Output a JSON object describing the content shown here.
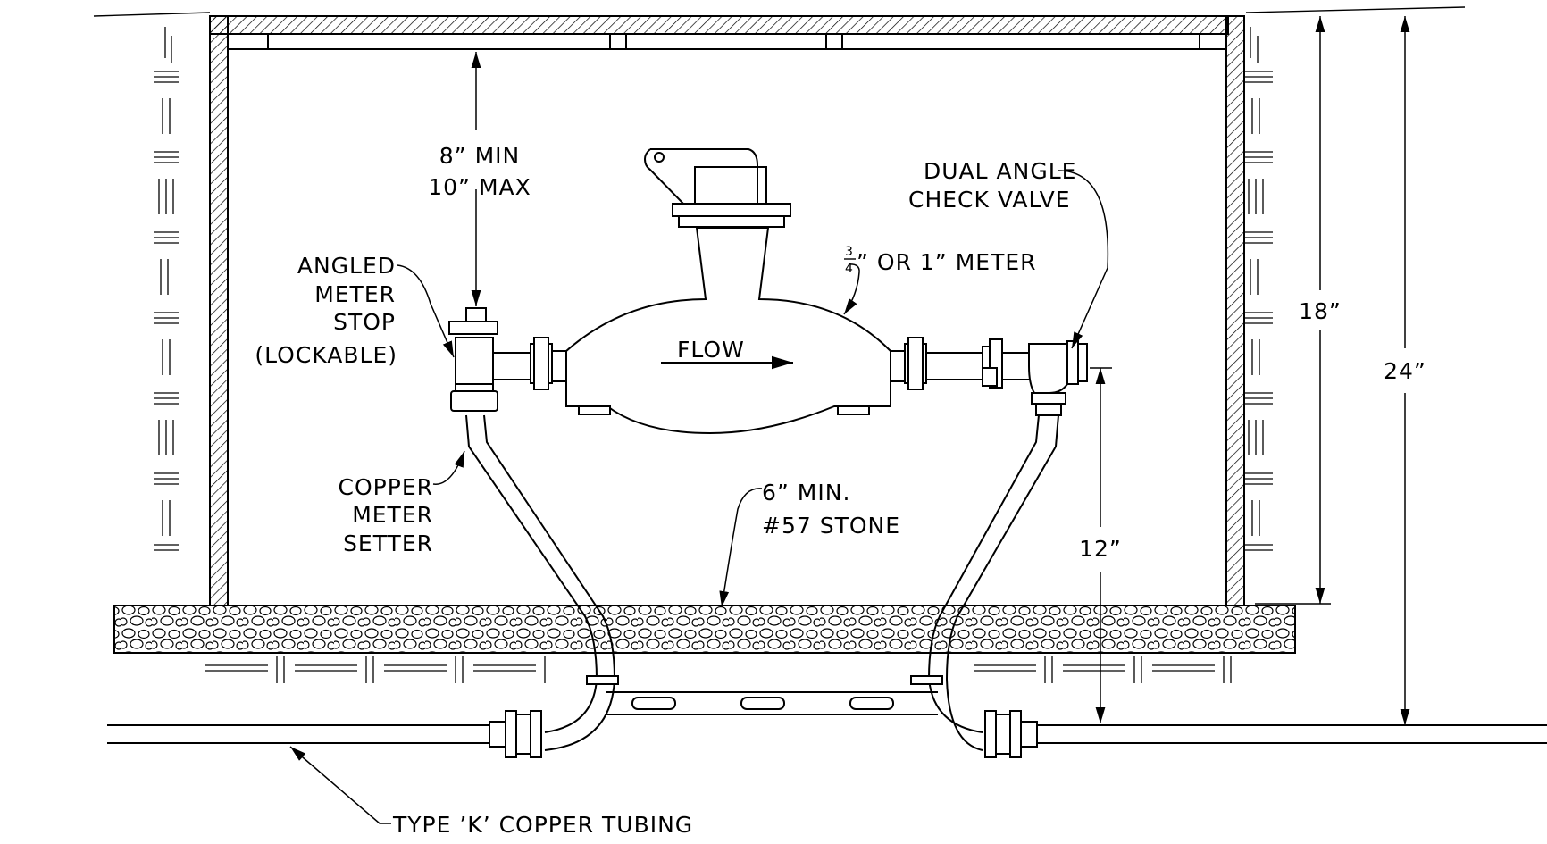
{
  "labels": {
    "clearance_line1": "8” MIN",
    "clearance_line2": "10” MAX",
    "check_valve_line1": "DUAL ANGLE",
    "check_valve_line2": "CHECK VALVE",
    "meter_fraction_num": "3",
    "meter_fraction_den": "4",
    "meter_rest": "”  OR 1” METER",
    "stop_line1": "ANGLED",
    "stop_line2": "METER",
    "stop_line3": "STOP",
    "stop_line4": "(LOCKABLE)",
    "flow": "FLOW",
    "setter_line1": "COPPER",
    "setter_line2": "METER",
    "setter_line3": "SETTER",
    "stone_line1": "6” MIN.",
    "stone_line2": "#57 STONE",
    "dim_18": "18”",
    "dim_24": "24”",
    "dim_12": "12”",
    "tubing": "TYPE ’K’ COPPER TUBING"
  }
}
